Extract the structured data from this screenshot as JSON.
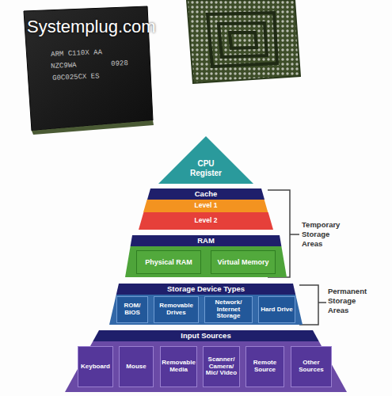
{
  "diagram": {
    "nodes": [
      {
        "text": [
          "CPU Register"
        ]
      },
      {
        "text": [
          "Cache"
        ]
      },
      {
        "text": [
          "Level 1"
        ],
        "in": 1
      },
      {
        "text": [
          "Level 2"
        ],
        "in": 1
      },
      {
        "text": [
          "RAM"
        ]
      },
      {
        "text": [
          "Physical RAM"
        ],
        "in": 4
      },
      {
        "text": [
          "Virtual Memory"
        ],
        "in": 4
      },
      {
        "text": [
          "Storage Device Types"
        ]
      },
      {
        "text": [
          "ROM/ BIOS"
        ],
        "in": 7
      },
      {
        "text": [
          "Removable Drives"
        ],
        "in": 7
      },
      {
        "text": [
          "Network/ Internet Storage"
        ],
        "in": 7
      },
      {
        "text": [
          "Hard Drive"
        ],
        "in": 7
      },
      {
        "text": [
          "Input Sources"
        ]
      },
      {
        "text": [
          "Keyboard"
        ],
        "in": 12
      },
      {
        "text": [
          "Mouse"
        ],
        "in": 12
      },
      {
        "text": [
          "Removable Media"
        ],
        "in": 12
      },
      {
        "text": [
          "Scanner/ Camera/ Mic/ Video"
        ],
        "in": 12
      },
      {
        "text": [
          "Remote Source"
        ],
        "in": 12
      },
      {
        "text": [
          "Other Sources"
        ],
        "in": 12
      }
    ],
    "labels": [
      "Systemplug.com",
      "ARM C110X AA",
      "NZC9WA",
      "0928",
      "G0C025CX ES",
      "Temporary Storage Areas",
      "Permanent Storage Areas"
    ]
  }
}
